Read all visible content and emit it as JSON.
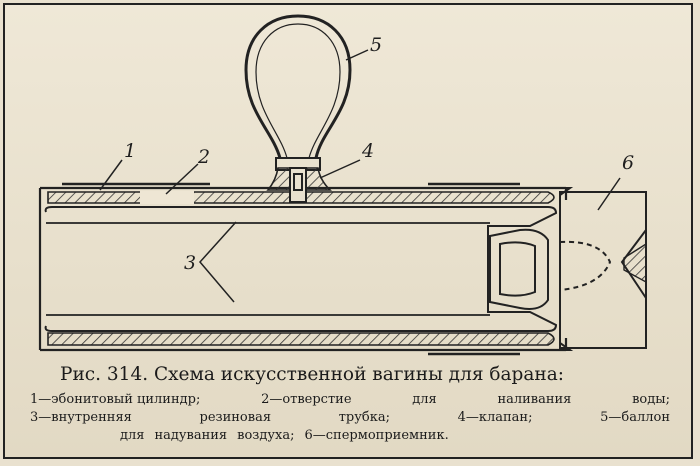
{
  "callouts": {
    "n1": "1",
    "n2": "2",
    "n3": "3",
    "n4": "4",
    "n5": "5",
    "n6": "6"
  },
  "caption": {
    "title": "Рис. 314. Схема искусственной вагины для барана:",
    "legend_line1": [
      "1—эбонитовый цилиндр;",
      "2—отверстие",
      "для",
      "наливания",
      "воды;"
    ],
    "legend_line2": [
      "3—внутренняя",
      "резиновая",
      "трубка;",
      "4—клапан;",
      "5—баллон"
    ],
    "legend_line3": [
      "для",
      "надувания",
      "воздуха;",
      "6—спермоприемник."
    ]
  },
  "colors": {
    "ink": "#222222",
    "paper": "#e9e1cf",
    "hatch": "#3a3a3a"
  }
}
